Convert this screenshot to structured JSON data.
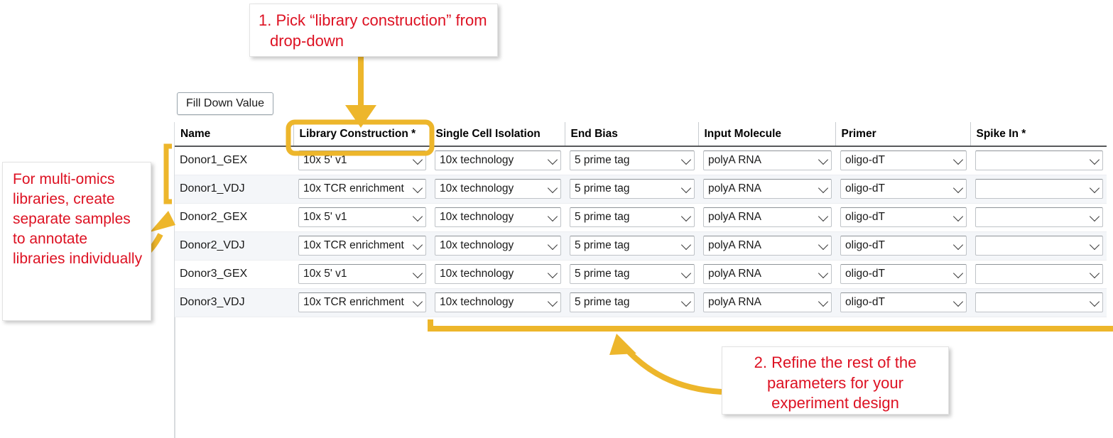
{
  "toolbar": {
    "fill_down_label": "Fill Down Value"
  },
  "table": {
    "columns": [
      {
        "key": "name",
        "label": "Name"
      },
      {
        "key": "library_construction",
        "label": "Library Construction *"
      },
      {
        "key": "single_cell_isolation",
        "label": "Single Cell Isolation"
      },
      {
        "key": "end_bias",
        "label": "End Bias"
      },
      {
        "key": "input_molecule",
        "label": "Input Molecule"
      },
      {
        "key": "primer",
        "label": "Primer"
      },
      {
        "key": "spike_in",
        "label": "Spike In *"
      }
    ],
    "rows": [
      {
        "name": "Donor1_GEX",
        "library_construction": "10x 5' v1",
        "single_cell_isolation": "10x technology",
        "end_bias": "5 prime tag",
        "input_molecule": "polyA RNA",
        "primer": "oligo-dT",
        "spike_in": ""
      },
      {
        "name": "Donor1_VDJ",
        "library_construction": "10x TCR enrichment",
        "single_cell_isolation": "10x technology",
        "end_bias": "5 prime tag",
        "input_molecule": "polyA RNA",
        "primer": "oligo-dT",
        "spike_in": ""
      },
      {
        "name": "Donor2_GEX",
        "library_construction": "10x 5' v1",
        "single_cell_isolation": "10x technology",
        "end_bias": "5 prime tag",
        "input_molecule": "polyA RNA",
        "primer": "oligo-dT",
        "spike_in": ""
      },
      {
        "name": "Donor2_VDJ",
        "library_construction": "10x TCR enrichment",
        "single_cell_isolation": "10x technology",
        "end_bias": "5 prime tag",
        "input_molecule": "polyA RNA",
        "primer": "oligo-dT",
        "spike_in": ""
      },
      {
        "name": "Donor3_GEX",
        "library_construction": "10x 5' v1",
        "single_cell_isolation": "10x technology",
        "end_bias": "5 prime tag",
        "input_molecule": "polyA RNA",
        "primer": "oligo-dT",
        "spike_in": ""
      },
      {
        "name": "Donor3_VDJ",
        "library_construction": "10x TCR enrichment",
        "single_cell_isolation": "10x technology",
        "end_bias": "5 prime tag",
        "input_molecule": "polyA RNA",
        "primer": "oligo-dT",
        "spike_in": ""
      }
    ]
  },
  "annotations": {
    "callout_1": "1. Pick “library construction” from drop-down",
    "callout_2": "2. Refine the rest of the parameters for your experiment design",
    "callout_3": "For multi-omics libraries, create separate samples to annotate libraries individually"
  },
  "colors": {
    "annotation_yellow": "#EDB62B",
    "annotation_red": "#DD1122",
    "header_rule": "#58595B",
    "row_stripe": "#F4F6F9"
  }
}
